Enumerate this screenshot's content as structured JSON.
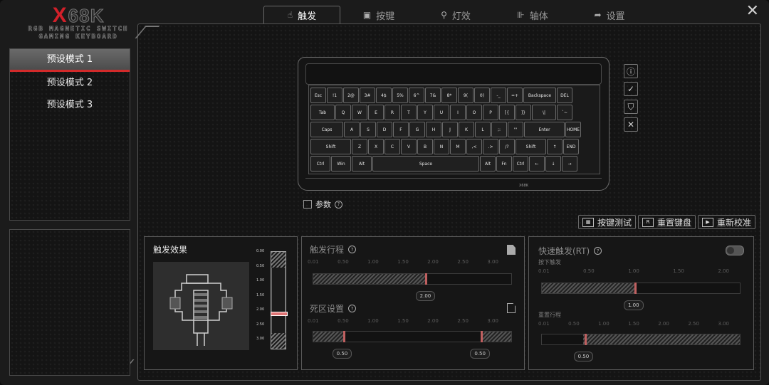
{
  "logo": {
    "mark": "X",
    "name": "68K",
    "line1": "RGB MAGNETIC SWITCH",
    "line2": "GAMING KEYBOARD"
  },
  "tabs": [
    {
      "label": "触发",
      "icon": "hand-pointer-icon",
      "icon_glyph": "☝",
      "active": true
    },
    {
      "label": "按键",
      "icon": "keyboard-square-icon",
      "icon_glyph": "▣",
      "active": false
    },
    {
      "label": "灯效",
      "icon": "bulb-icon",
      "icon_glyph": "⚲",
      "active": false
    },
    {
      "label": "轴体",
      "icon": "switch-icon",
      "icon_glyph": "⊪",
      "active": false
    },
    {
      "label": "设置",
      "icon": "share-arrow-icon",
      "icon_glyph": "➦",
      "active": false
    }
  ],
  "close_glyph": "✕",
  "modes": [
    {
      "label": "预设模式 1",
      "active": true
    },
    {
      "label": "预设模式 2",
      "active": false
    },
    {
      "label": "预设模式 3",
      "active": false
    }
  ],
  "keyboard": {
    "brand": "X68K",
    "rows": [
      [
        {
          "k": "Esc",
          "w": 22
        },
        {
          "k": "!1",
          "w": 22
        },
        {
          "k": "2@",
          "w": 22
        },
        {
          "k": "3#",
          "w": 22
        },
        {
          "k": "4$",
          "w": 22
        },
        {
          "k": "5%",
          "w": 22
        },
        {
          "k": "6^",
          "w": 22
        },
        {
          "k": "7&",
          "w": 22
        },
        {
          "k": "8*",
          "w": 22
        },
        {
          "k": "9(",
          "w": 22
        },
        {
          "k": "0)",
          "w": 22
        },
        {
          "k": "-_",
          "w": 22
        },
        {
          "k": "=+",
          "w": 22
        },
        {
          "k": "Backspace",
          "w": 46
        },
        {
          "k": "DEL",
          "w": 22
        }
      ],
      [
        {
          "k": "Tab",
          "w": 34
        },
        {
          "k": "Q",
          "w": 22
        },
        {
          "k": "W",
          "w": 22
        },
        {
          "k": "E",
          "w": 22
        },
        {
          "k": "R",
          "w": 22
        },
        {
          "k": "T",
          "w": 22
        },
        {
          "k": "Y",
          "w": 22
        },
        {
          "k": "U",
          "w": 22
        },
        {
          "k": "I",
          "w": 22
        },
        {
          "k": "O",
          "w": 22
        },
        {
          "k": "P",
          "w": 22
        },
        {
          "k": "[{",
          "w": 22
        },
        {
          "k": "]}",
          "w": 22
        },
        {
          "k": "\\|",
          "w": 34
        },
        {
          "k": "`~",
          "w": 22
        }
      ],
      [
        {
          "k": "Caps",
          "w": 46
        },
        {
          "k": "A",
          "w": 22
        },
        {
          "k": "S",
          "w": 22
        },
        {
          "k": "D",
          "w": 22
        },
        {
          "k": "F",
          "w": 22
        },
        {
          "k": "G",
          "w": 22
        },
        {
          "k": "H",
          "w": 22
        },
        {
          "k": "J",
          "w": 22
        },
        {
          "k": "K",
          "w": 22
        },
        {
          "k": "L",
          "w": 22
        },
        {
          "k": ";:",
          "w": 22
        },
        {
          "k": "'\"",
          "w": 22
        },
        {
          "k": "Enter",
          "w": 57
        },
        {
          "k": "HOME",
          "w": 22
        }
      ],
      [
        {
          "k": "Shift",
          "w": 57
        },
        {
          "k": "Z",
          "w": 22
        },
        {
          "k": "X",
          "w": 22
        },
        {
          "k": "C",
          "w": 22
        },
        {
          "k": "V",
          "w": 22
        },
        {
          "k": "B",
          "w": 22
        },
        {
          "k": "N",
          "w": 22
        },
        {
          "k": "M",
          "w": 22
        },
        {
          "k": ",<",
          "w": 22
        },
        {
          "k": ".>",
          "w": 22
        },
        {
          "k": "/?",
          "w": 22
        },
        {
          "k": "Shift",
          "w": 43
        },
        {
          "k": "↑",
          "w": 22
        },
        {
          "k": "END",
          "w": 22
        }
      ],
      [
        {
          "k": "Ctrl",
          "w": 28
        },
        {
          "k": "Win",
          "w": 28
        },
        {
          "k": "Alt",
          "w": 28
        },
        {
          "k": "Space",
          "w": 150
        },
        {
          "k": "Alt",
          "w": 22
        },
        {
          "k": "Fn",
          "w": 22
        },
        {
          "k": "Ctrl",
          "w": 22
        },
        {
          "k": "←",
          "w": 22
        },
        {
          "k": "↓",
          "w": 22
        },
        {
          "k": "→",
          "w": 22
        }
      ]
    ]
  },
  "side_icons": [
    {
      "name": "info-icon",
      "glyph": "ⓘ"
    },
    {
      "name": "check-icon",
      "glyph": "✓"
    },
    {
      "name": "shield-check-icon",
      "glyph": "⛉"
    },
    {
      "name": "x-box-icon",
      "glyph": "✕"
    }
  ],
  "param": {
    "label": "参数",
    "help": "?"
  },
  "actions": [
    {
      "label": "按键测试",
      "icon": "keyboard-test-icon",
      "glyph": "▦"
    },
    {
      "label": "重置键盘",
      "icon": "reset-icon",
      "glyph": "R"
    },
    {
      "label": "重新校准",
      "icon": "calibrate-icon",
      "glyph": "▶"
    }
  ],
  "trigger_effect": {
    "title": "触发效果",
    "scale": [
      "0.00",
      "0.50",
      "1.00",
      "1.50",
      "2.00",
      "2.50",
      "3.00"
    ],
    "value": 2.0
  },
  "travel": {
    "title": "触发行程",
    "help": "?",
    "scale": [
      "0.01",
      "0.50",
      "1.00",
      "1.50",
      "2.00",
      "2.50",
      "3.00"
    ],
    "value": "2.00"
  },
  "deadzone": {
    "title": "死区设置",
    "help": "?",
    "scale": [
      "0.01",
      "0.50",
      "1.00",
      "1.50",
      "2.00",
      "2.50",
      "3.00"
    ],
    "low": "0.50",
    "high": "0.50"
  },
  "rapid": {
    "title": "快速触发(RT)",
    "help": "?",
    "enabled": false,
    "press": {
      "label": "按下触发",
      "scale": [
        "0.01",
        "0.50",
        "1.00",
        "1.50",
        "2.00"
      ],
      "value": "1.00"
    },
    "reset": {
      "label": "重置行程",
      "scale": [
        "0.01",
        "0.50",
        "1.00",
        "1.50",
        "2.00",
        "2.50",
        "3.00"
      ],
      "value": "0.50"
    }
  }
}
